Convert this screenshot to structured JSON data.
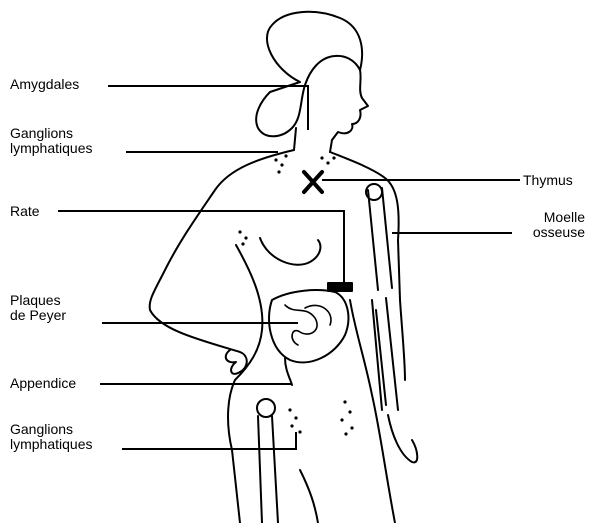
{
  "labels": {
    "amygdales": "Amygdales",
    "ganglions_haut_1": "Ganglions",
    "ganglions_haut_2": "lymphatiques",
    "rate": "Rate",
    "plaques_1": "Plaques",
    "plaques_2": "de Peyer",
    "appendice": "Appendice",
    "ganglions_bas_1": "Ganglions",
    "ganglions_bas_2": "lymphatiques",
    "thymus": "Thymus",
    "moelle_1": "Moelle",
    "moelle_2": "osseuse"
  }
}
